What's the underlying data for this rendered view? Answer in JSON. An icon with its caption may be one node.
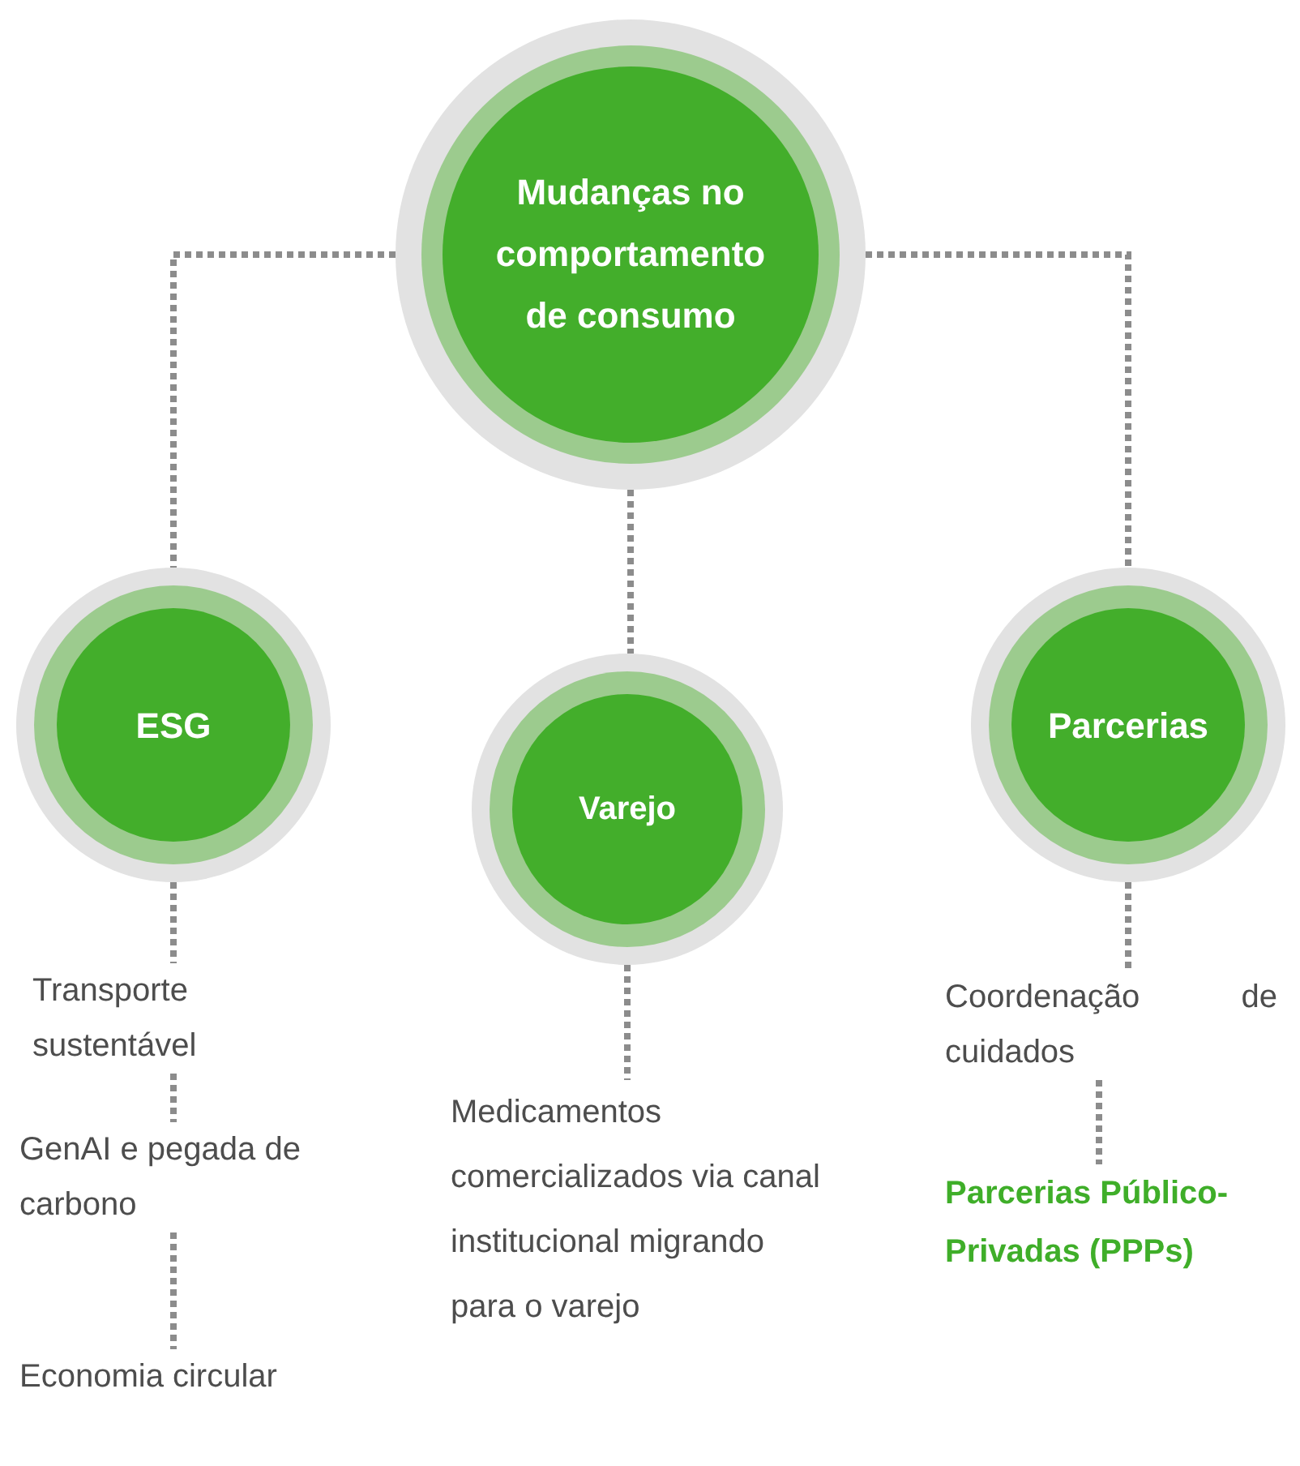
{
  "diagram": {
    "nodes": [
      {
        "text": [
          "Mudanças no comportamento de consumo"
        ]
      },
      {
        "text": [
          "ESG"
        ]
      },
      {
        "text": [
          "Varejo"
        ]
      },
      {
        "text": [
          "Parcerias"
        ]
      },
      {
        "text": [
          "Transporte sustentável"
        ]
      },
      {
        "text": [
          "GenAI e pegada de carbono"
        ]
      },
      {
        "text": [
          "Economia circular"
        ]
      },
      {
        "text": [
          "Medicamentos comercializados via canal institucional migrando para o varejo"
        ]
      },
      {
        "text": [
          "Coordenação de cuidados"
        ]
      },
      {
        "text": [
          "Parcerias Público-Privadas (PPPs)"
        ]
      }
    ],
    "edges": [
      {
        "from": 0,
        "to": 1,
        "arrow": "none"
      },
      {
        "from": 0,
        "to": 2,
        "arrow": "none"
      },
      {
        "from": 0,
        "to": 3,
        "arrow": "none"
      },
      {
        "from": 1,
        "to": 4,
        "arrow": "none"
      },
      {
        "from": 4,
        "to": 5,
        "arrow": "none"
      },
      {
        "from": 5,
        "to": 6,
        "arrow": "none"
      },
      {
        "from": 2,
        "to": 7,
        "arrow": "none"
      },
      {
        "from": 3,
        "to": 8,
        "arrow": "none"
      },
      {
        "from": 8,
        "to": 9,
        "arrow": "none"
      }
    ]
  }
}
